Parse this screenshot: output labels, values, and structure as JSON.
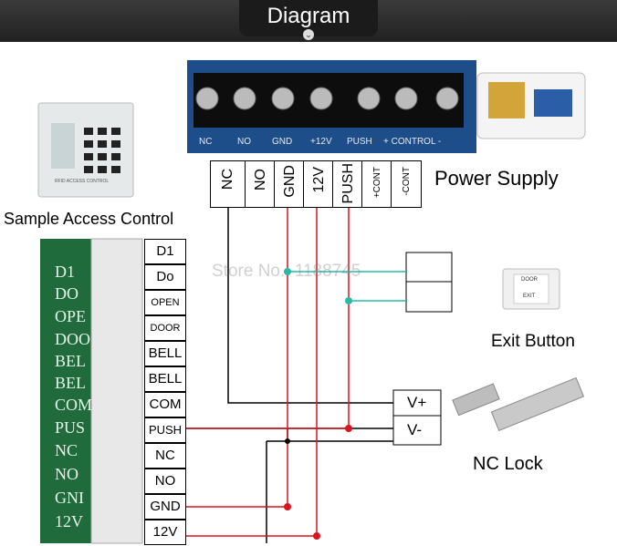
{
  "header": {
    "title": "Diagram"
  },
  "power_supply": {
    "title": "Power Supply",
    "board_labels": [
      "NC",
      "NO",
      "GND",
      "+12V",
      "PUSH",
      "+ CONTROL -"
    ],
    "terminals": [
      "NC",
      "NO",
      "GND",
      "12V",
      "PUSH",
      "+CONT",
      "-CONT"
    ]
  },
  "access_control": {
    "caption": "Sample Access Control",
    "device_label": "RFID ACCESS CONTROL",
    "board_labels": [
      "D1",
      "DO",
      "OPE",
      "DOO",
      "BEL",
      "BEL",
      "COM",
      "PUS",
      "NC",
      "NO",
      "GNI",
      "12V"
    ],
    "pins": [
      "D1",
      "Do",
      "OPEN",
      "DOOR",
      "BELL",
      "BELL",
      "COM",
      "PUSH",
      "NC",
      "NO",
      "GND",
      "12V"
    ]
  },
  "watermark": "Store No.: 1188745",
  "exit_button": {
    "label": "Exit Button",
    "face_top": "DOOR",
    "face_bottom": "EXIT"
  },
  "lock": {
    "label": "NC Lock",
    "plus": "V+",
    "minus": "V-"
  },
  "colors": {
    "header": "#2a2a2a",
    "wire_black": "#000000",
    "wire_red": "#d9141e",
    "wire_teal": "#2ab8a8",
    "board_green": "#1f6b3c",
    "board_blue": "#1d4e8a"
  }
}
